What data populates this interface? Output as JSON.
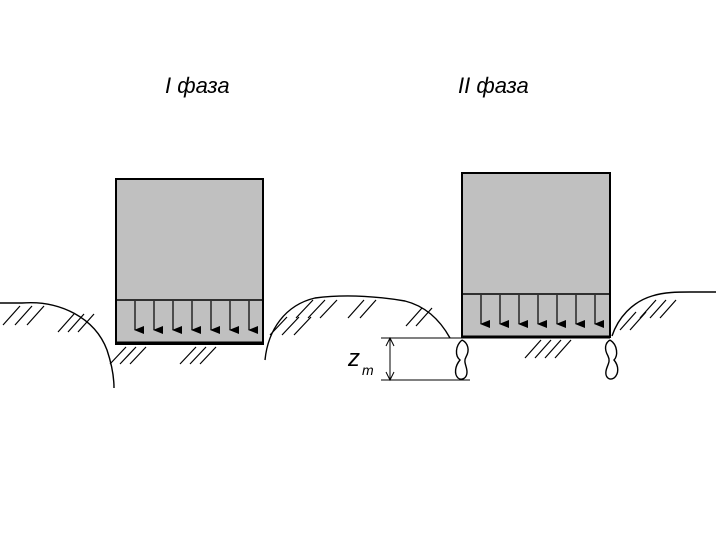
{
  "phase_labels": {
    "phase_1": "I фаза",
    "phase_2": "II фаза"
  },
  "settlement": {
    "symbol": "z",
    "subscript": "m"
  },
  "colors": {
    "block_fill": "#c0c0c0",
    "line": "#000000",
    "background": "#ffffff"
  }
}
